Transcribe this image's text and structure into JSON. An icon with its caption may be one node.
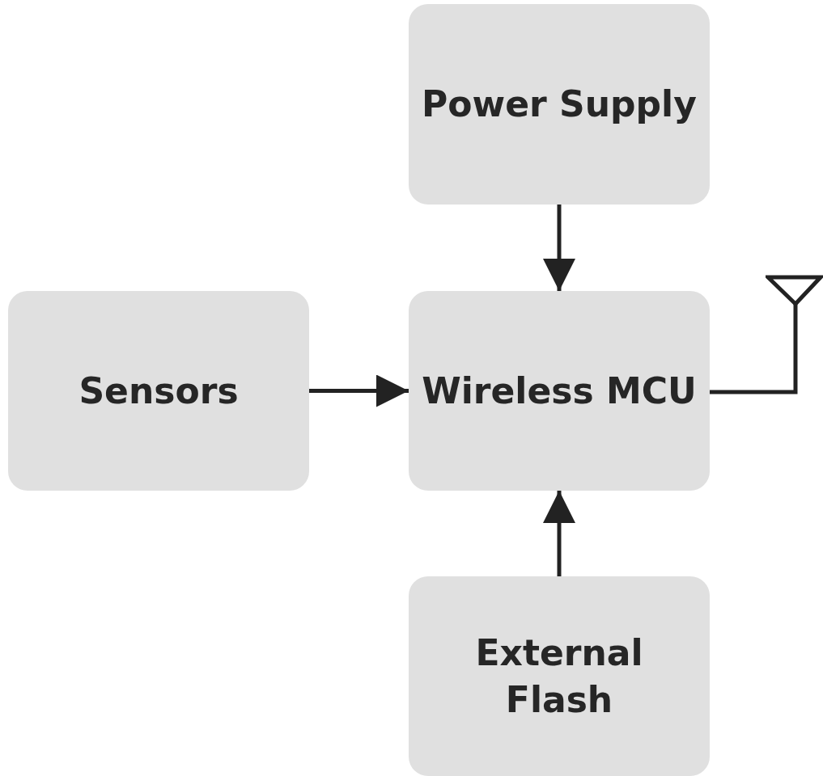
{
  "diagram": {
    "nodes": [
      {
        "text": [
          "Power Supply"
        ]
      },
      {
        "text": [
          "Sensors"
        ]
      },
      {
        "text": [
          "Wireless MCU"
        ]
      },
      {
        "text": [
          "External Flash"
        ]
      },
      {
        "text": [],
        "shape": "picture"
      }
    ],
    "edges": [
      {
        "from": 0,
        "to": 2,
        "arrow": "to"
      },
      {
        "from": 1,
        "to": 2,
        "arrow": "to"
      },
      {
        "from": 3,
        "to": 2,
        "arrow": "to"
      },
      {
        "from": 2,
        "to": 4,
        "arrow": "none"
      }
    ]
  }
}
